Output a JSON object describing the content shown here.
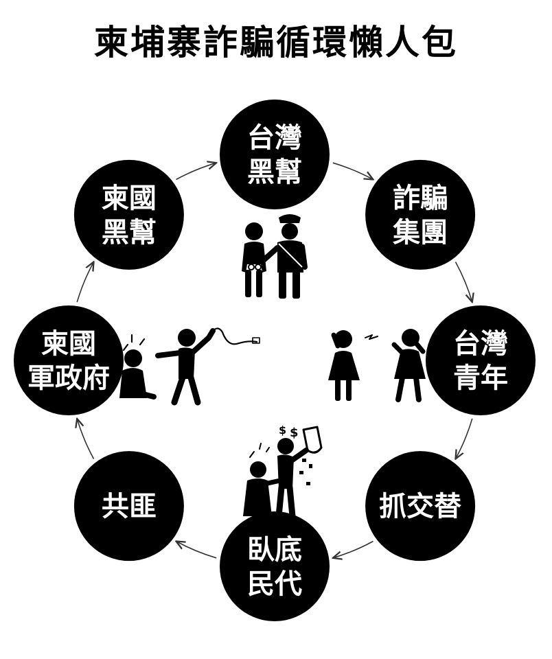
{
  "title": "柬埔寨詐騙循環懶人包",
  "colors": {
    "node_fill": "#000000",
    "node_text": "#ffffff",
    "ring": "#333333"
  },
  "nodes": [
    {
      "name": "taiwan-gang",
      "lines": [
        "台灣",
        "黑幫"
      ]
    },
    {
      "name": "scam-group",
      "lines": [
        "詐騙",
        "集團"
      ]
    },
    {
      "name": "taiwan-youth",
      "lines": [
        "台灣",
        "青年"
      ]
    },
    {
      "name": "swap-arrest",
      "lines": [
        "抓交替"
      ]
    },
    {
      "name": "undercover-legislator",
      "lines": [
        "臥底",
        "民代"
      ]
    },
    {
      "name": "communist-bandits",
      "lines": [
        "共匪"
      ]
    },
    {
      "name": "cambodia-junta",
      "lines": [
        "柬國",
        "軍政府"
      ]
    },
    {
      "name": "cambodia-gang",
      "lines": [
        "柬國",
        "黑幫"
      ]
    }
  ],
  "figures": {
    "arrest": "arrest-scene-icon",
    "phone_call": "phone-call-scene-icon",
    "bribe": "bribe-scene-icon",
    "whip": "whip-scene-icon"
  }
}
